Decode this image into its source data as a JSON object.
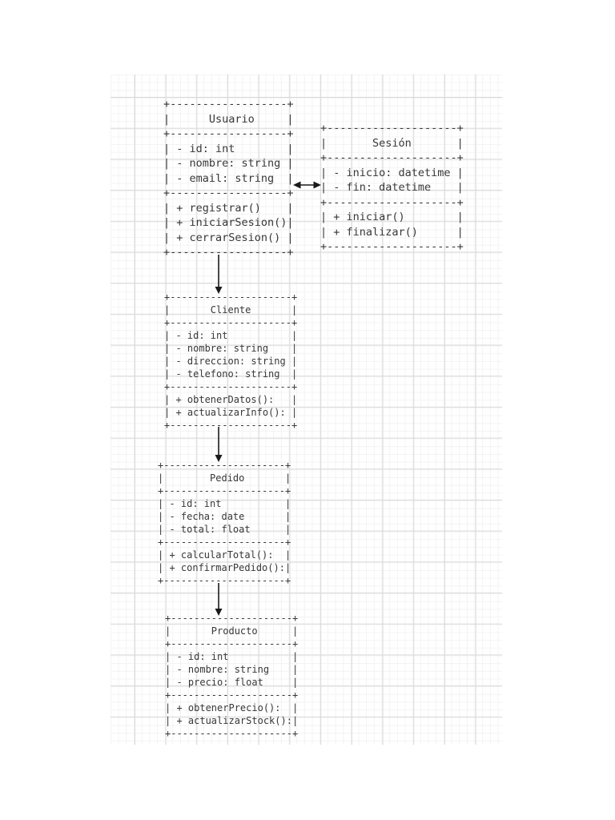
{
  "page": {
    "background_color": "#ffffff",
    "grid_minor_color": "#f3f3f4",
    "grid_major_color": "#d9d9db",
    "text_color": "#38383a",
    "arrow_color": "#1a1a1a"
  },
  "diagram": {
    "type": "uml-class-diagram-ascii",
    "classes": [
      {
        "name": "Usuario",
        "attributes": [
          "- id: int",
          "- nombre: string",
          "- email: string"
        ],
        "methods": [
          "+ registrar()",
          "+ iniciarSesion()",
          "+ cerrarSesion()"
        ],
        "ascii": "+------------------+\n|      Usuario     |\n+------------------+\n| - id: int        |\n| - nombre: string |\n| - email: string  |\n+------------------+\n| + registrar()    |\n| + iniciarSesion()|\n| + cerrarSesion() |\n+------------------+"
      },
      {
        "name": "Sesión",
        "attributes": [
          "- inicio: datetime",
          "- fin: datetime"
        ],
        "methods": [
          "+ iniciar()",
          "+ finalizar()"
        ],
        "ascii": "+--------------------+\n|       Sesión       |\n+--------------------+\n| - inicio: datetime |\n| - fin: datetime    |\n+--------------------+\n| + iniciar()        |\n| + finalizar()      |\n+--------------------+"
      },
      {
        "name": "Cliente",
        "attributes": [
          "- id: int",
          "- nombre: string",
          "- direccion: string",
          "- telefono: string"
        ],
        "methods": [
          "+ obtenerDatos():",
          "+ actualizarInfo():"
        ],
        "ascii": "+---------------------+\n|       Cliente       |\n+---------------------+\n| - id: int           |\n| - nombre: string    |\n| - direccion: string |\n| - telefono: string  |\n+---------------------+\n| + obtenerDatos():   |\n| + actualizarInfo(): |\n+---------------------+"
      },
      {
        "name": "Pedido",
        "attributes": [
          "- id: int",
          "- fecha: date",
          "- total: float"
        ],
        "methods": [
          "+ calcularTotal():",
          "+ confirmarPedido():"
        ],
        "ascii": "+---------------------+\n|        Pedido       |\n+---------------------+\n| - id: int           |\n| - fecha: date       |\n| - total: float      |\n+---------------------+\n| + calcularTotal():  |\n| + confirmarPedido():|\n+---------------------+"
      },
      {
        "name": "Producto",
        "attributes": [
          "- id: int",
          "- nombre: string",
          "- precio: float"
        ],
        "methods": [
          "+ obtenerPrecio():",
          "+ actualizarStock():"
        ],
        "ascii": "+---------------------+\n|       Producto      |\n+---------------------+\n| - id: int           |\n| - nombre: string    |\n| - precio: float     |\n+---------------------+\n| + obtenerPrecio():  |\n| + actualizarStock():|\n+---------------------+"
      }
    ],
    "relations": [
      {
        "from": "Usuario",
        "to": "Sesión",
        "style": "double-headed-horizontal-arrow"
      },
      {
        "from": "Usuario",
        "to": "Cliente",
        "style": "single-headed-down-arrow"
      },
      {
        "from": "Cliente",
        "to": "Pedido",
        "style": "single-headed-down-arrow"
      },
      {
        "from": "Pedido",
        "to": "Producto",
        "style": "single-headed-down-arrow"
      }
    ]
  }
}
